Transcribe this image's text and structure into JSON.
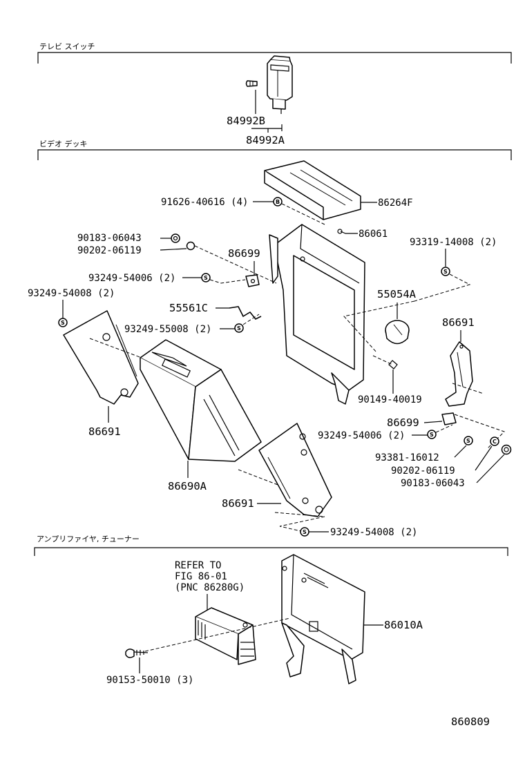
{
  "sections": {
    "tv_switch": "テレビ スイッチ",
    "video_deck": "ビデオ デッキ",
    "amplifier": "アンプリファイヤ, チューナー"
  },
  "parts": {
    "p84992B": "84992B",
    "p84992A": "84992A",
    "p91626": "91626-40616 (4)",
    "p86264F": "86264F",
    "p86061": "86061",
    "p90183a": "90183-06043",
    "p90202a": "90202-06119",
    "p86699a": "86699",
    "p93319": "93319-14008 (2)",
    "p93249_54006a": "93249-54006 (2)",
    "p93249_54008a": "93249-54008 (2)",
    "p55054A": "55054A",
    "p55561C": "55561C",
    "p93249_55008": "93249-55008 (2)",
    "p86691a": "86691",
    "p90149": "90149-40019",
    "p86691b": "86691",
    "p86699b": "86699",
    "p93249_54006b": "93249-54006 (2)",
    "p93381": "93381-16012",
    "p90202b": "90202-06119",
    "p90183b": "90183-06043",
    "p86690A": "86690A",
    "p86691c": "86691",
    "p93249_54008b": "93249-54008 (2)",
    "refer1": "REFER TO",
    "refer2": "FIG 86-01",
    "refer3": "(PNC 86280G)",
    "p86010A": "86010A",
    "p90153": "90153-50010 (3)"
  },
  "symbols": {
    "bolt": "B",
    "screw": "S",
    "clip": "C"
  },
  "figure_number": "860809"
}
